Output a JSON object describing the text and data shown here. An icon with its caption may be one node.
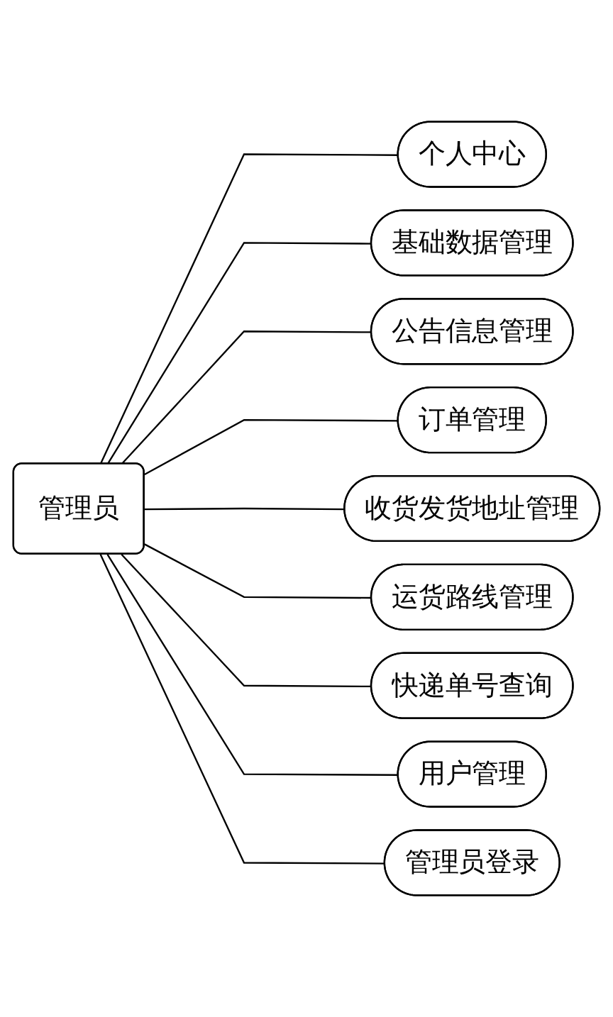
{
  "diagram": {
    "nodes": [
      {
        "text": [
          "管理员"
        ]
      },
      {
        "text": [
          "个人中心"
        ]
      },
      {
        "text": [
          "基础数据管理"
        ]
      },
      {
        "text": [
          "公告信息管理"
        ]
      },
      {
        "text": [
          "订单管理"
        ]
      },
      {
        "text": [
          "收货发货地址管理"
        ]
      },
      {
        "text": [
          "运货路线管理"
        ]
      },
      {
        "text": [
          "快递单号查询"
        ]
      },
      {
        "text": [
          "用户管理"
        ]
      },
      {
        "text": [
          "管理员登录"
        ]
      }
    ],
    "edges": [
      {
        "from": 0,
        "to": 1,
        "arrow": "none"
      },
      {
        "from": 0,
        "to": 2,
        "arrow": "none"
      },
      {
        "from": 0,
        "to": 3,
        "arrow": "none"
      },
      {
        "from": 0,
        "to": 4,
        "arrow": "none"
      },
      {
        "from": 0,
        "to": 5,
        "arrow": "none"
      },
      {
        "from": 0,
        "to": 6,
        "arrow": "none"
      },
      {
        "from": 0,
        "to": 7,
        "arrow": "none"
      },
      {
        "from": 0,
        "to": 8,
        "arrow": "none"
      },
      {
        "from": 0,
        "to": 9,
        "arrow": "none"
      }
    ]
  }
}
